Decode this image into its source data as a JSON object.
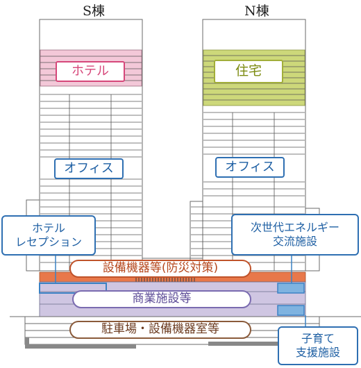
{
  "towers": {
    "south": "S棟",
    "north": "N棟"
  },
  "zones": {
    "hotel": "ホテル",
    "residence": "住宅",
    "office_s": "オフィス",
    "office_n": "オフィス",
    "hotel_reception": "ホテル\nレセプション",
    "energy_center": "次世代エネルギー\n交流施設",
    "equipment": "設備機器等(防災対策)",
    "commercial": "商業施設等",
    "parking": "駐車場・設備機器室等",
    "childcare": "子育て\n支援施設"
  },
  "colors": {
    "hotel": "#f3c8d8",
    "hotel_text": "#d6477a",
    "residence": "#cdd87a",
    "residence_text": "#7c8b10",
    "office_text": "#1e5fa3",
    "office_border": "#2e6fb2",
    "equipment_fill": "#e8784a",
    "equipment_text": "#b5471c",
    "commercial_fill": "#cfc6e2",
    "commercial_text": "#5b4a96",
    "parking_text": "#6b3a1f",
    "blue_box": "#3b82c4"
  }
}
